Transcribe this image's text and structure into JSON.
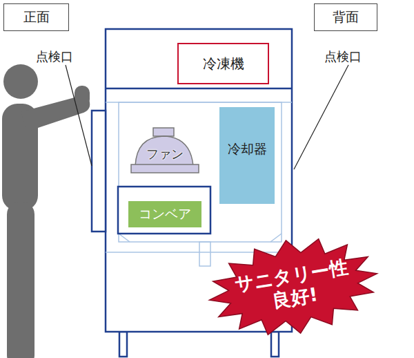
{
  "diagram": {
    "nodes": [
      {
        "text": [
          "正面"
        ]
      },
      {
        "text": [
          "背面"
        ]
      },
      {
        "text": [
          "冷凍機"
        ]
      },
      {
        "text": [
          "ファン"
        ]
      },
      {
        "text": [
          "冷却器"
        ]
      },
      {
        "text": [
          "コンベア"
        ]
      },
      {
        "text": [
          "サニタリー性 良好!"
        ]
      }
    ],
    "labels": [
      "点検口",
      "点検口"
    ]
  }
}
